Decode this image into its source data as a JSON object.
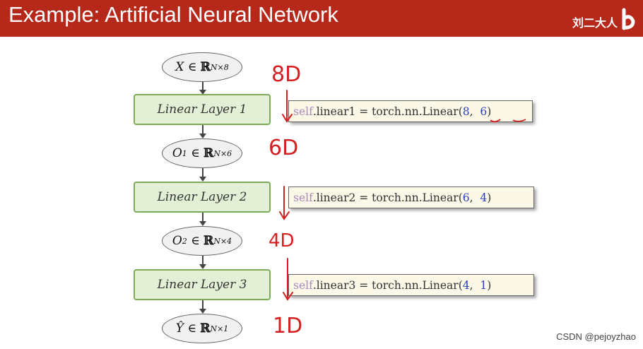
{
  "header": {
    "title": "Example: Artificial Neural Network",
    "brand": "刘二大人"
  },
  "nodes": [
    {
      "var": "X",
      "exp": "N×8"
    },
    {
      "var": "O",
      "sup": "1",
      "exp": "N×6"
    },
    {
      "var": "O",
      "sup": "2",
      "exp": "N×4"
    },
    {
      "var": "Ŷ",
      "exp": "N×1"
    }
  ],
  "layers": [
    {
      "label": "Linear Layer 1",
      "code_self": "self",
      "code_body": ".linear1 = torch.nn.Linear(",
      "in": "8",
      "out": "6"
    },
    {
      "label": "Linear Layer 2",
      "code_self": "self",
      "code_body": ".linear2 = torch.nn.Linear(",
      "in": "6",
      "out": "4"
    },
    {
      "label": "Linear Layer 3",
      "code_self": "self",
      "code_body": ".linear3 = torch.nn.Linear(",
      "in": "4",
      "out": "1"
    }
  ],
  "annotations": [
    "8D",
    "6D",
    "4D",
    "1D"
  ],
  "watermark": "CSDN @pejoyzhao",
  "colors": {
    "header": "#b5281a",
    "layer_fill": "#e4f0d6",
    "layer_border": "#7aaa5a",
    "handwriting": "#d42020",
    "code_number": "#2a3fb8",
    "code_self": "#a98ab8"
  }
}
